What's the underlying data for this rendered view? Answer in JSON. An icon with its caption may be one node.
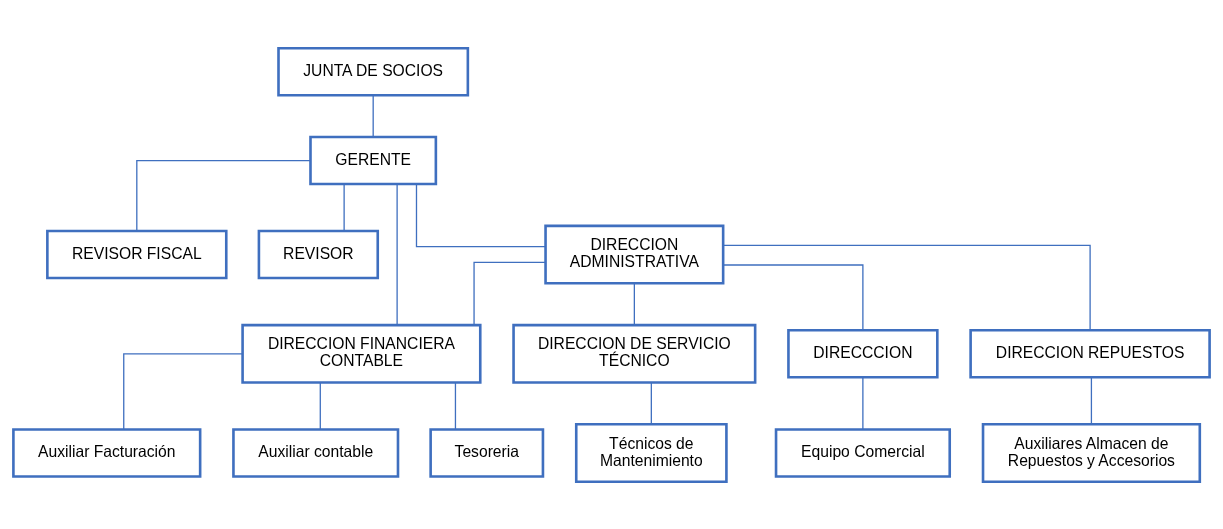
{
  "diagram": {
    "nodes": [
      {
        "text": [
          "JUNTA DE SOCIOS"
        ]
      },
      {
        "text": [
          "GERENTE"
        ]
      },
      {
        "text": [
          "REVISOR FISCAL"
        ]
      },
      {
        "text": [
          "REVISOR"
        ]
      },
      {
        "text": [
          "DIRECCION ADMINISTRATIVA"
        ]
      },
      {
        "text": [
          "DIRECCION FINANCIERA CONTABLE"
        ]
      },
      {
        "text": [
          "DIRECCION DE SERVICIO TÉCNICO"
        ]
      },
      {
        "text": [
          "DIRECCCION"
        ]
      },
      {
        "text": [
          "DIRECCION REPUESTOS"
        ]
      },
      {
        "text": [
          "Auxiliar Facturación"
        ]
      },
      {
        "text": [
          "Auxiliar contable"
        ]
      },
      {
        "text": [
          "Tesoreria"
        ]
      },
      {
        "text": [
          "Técnicos de Mantenimiento"
        ]
      },
      {
        "text": [
          "Equipo Comercial"
        ]
      },
      {
        "text": [
          "Auxiliares Almacen de Repuestos y Accesorios"
        ]
      }
    ],
    "edges": [
      {
        "from": 0,
        "to": 1,
        "arrow": "none"
      },
      {
        "from": 1,
        "to": 2,
        "arrow": "none"
      },
      {
        "from": 1,
        "to": 3,
        "arrow": "none"
      },
      {
        "from": 1,
        "to": 4,
        "arrow": "none"
      },
      {
        "from": 1,
        "to": 5,
        "arrow": "none"
      },
      {
        "from": 4,
        "to": 5,
        "arrow": "none"
      },
      {
        "from": 4,
        "to": 6,
        "arrow": "none"
      },
      {
        "from": 4,
        "to": 7,
        "arrow": "none"
      },
      {
        "from": 4,
        "to": 8,
        "arrow": "none"
      },
      {
        "from": 5,
        "to": 9,
        "arrow": "none"
      },
      {
        "from": 5,
        "to": 10,
        "arrow": "none"
      },
      {
        "from": 5,
        "to": 11,
        "arrow": "none"
      },
      {
        "from": 6,
        "to": 12,
        "arrow": "none"
      },
      {
        "from": 7,
        "to": 13,
        "arrow": "none"
      },
      {
        "from": 8,
        "to": 14,
        "arrow": "none"
      }
    ]
  }
}
